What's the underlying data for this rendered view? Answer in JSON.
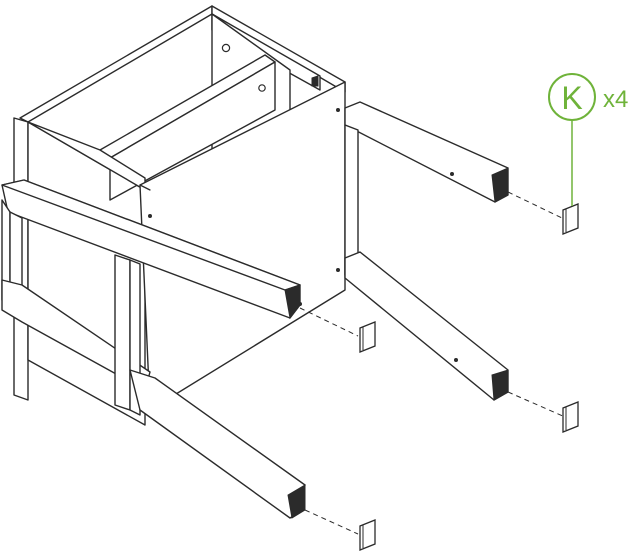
{
  "callout": {
    "part_letter": "K",
    "quantity": "x4",
    "color": "#6fb33a"
  },
  "parts": {
    "felt_pads": 4
  }
}
